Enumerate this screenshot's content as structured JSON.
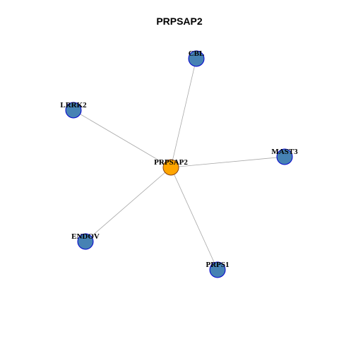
{
  "title": "PRPSAP2",
  "center": "PRPSAP2",
  "colors": {
    "center_fill": "#FFA500",
    "center_stroke": "#8B4513",
    "neighbor_fill": "#4682B4",
    "neighbor_stroke": "#0000CD",
    "edge": "#A8A8A8",
    "label": "#000000"
  },
  "nodes": [
    {
      "id": "PRPSAP2",
      "label": "PRPSAP2",
      "role": "center"
    },
    {
      "id": "CBL",
      "label": "CBL",
      "role": "neighbor"
    },
    {
      "id": "LRRK2",
      "label": "LRRK2",
      "role": "neighbor"
    },
    {
      "id": "MAST3",
      "label": "MAST3",
      "role": "neighbor"
    },
    {
      "id": "ENDOV",
      "label": "ENDOV",
      "role": "neighbor"
    },
    {
      "id": "PRPS1",
      "label": "PRPS1",
      "role": "neighbor"
    }
  ],
  "edges": [
    {
      "source": "PRPSAP2",
      "target": "CBL"
    },
    {
      "source": "PRPSAP2",
      "target": "LRRK2"
    },
    {
      "source": "PRPSAP2",
      "target": "MAST3"
    },
    {
      "source": "PRPSAP2",
      "target": "ENDOV"
    },
    {
      "source": "PRPSAP2",
      "target": "PRPS1"
    }
  ]
}
